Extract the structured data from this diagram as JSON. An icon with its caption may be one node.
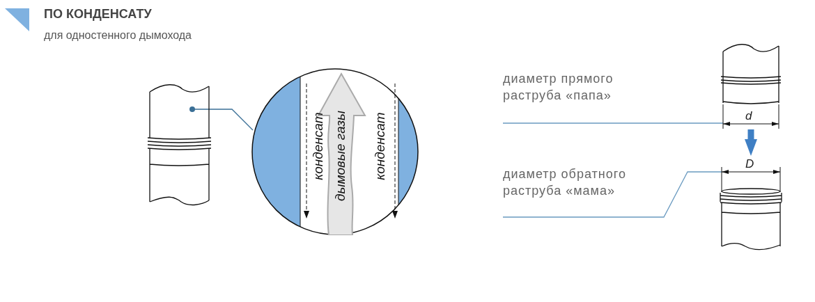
{
  "diagram": {
    "title": "ПО КОНДЕНСАТУ",
    "nodes": [
      {
        "text": [],
        "shape": "picture"
      },
      {
        "text": [
          "конденсат",
          "дымовые газы",
          "конденсат"
        ]
      },
      {
        "text": [
          "диаметр прямого раструба «папа»"
        ]
      },
      {
        "text": [],
        "shape": "picture"
      },
      {
        "text": [],
        "shape": "picture",
        "beside": [
          "D"
        ]
      },
      {
        "text": [
          "диаметр обратного раструба «мама»"
        ]
      }
    ],
    "edges": [
      {
        "from": 0,
        "to": 1,
        "arrow": "other",
        "color": "#3a6f96"
      },
      {
        "from": 2,
        "to": 3,
        "arrow": "none",
        "color": "#6a9ac0"
      },
      {
        "from": 3,
        "to": 4,
        "arrow": "to",
        "style": "thick",
        "color": "#3f7fc4"
      },
      {
        "from": 5,
        "to": 4,
        "arrow": "none",
        "color": "#6a9ac0"
      }
    ],
    "labels": [
      "для одностенного дымохода",
      "d"
    ]
  }
}
